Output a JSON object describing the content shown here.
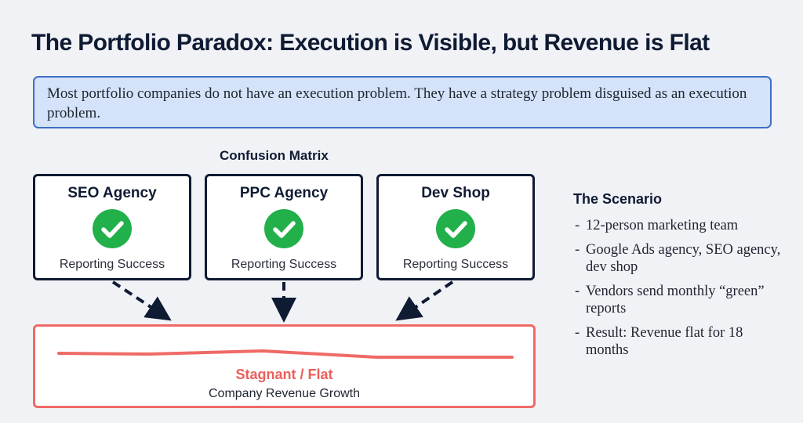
{
  "title": "The Portfolio Paradox: Execution is Visible, but Revenue is Flat",
  "callout": {
    "text": "Most portfolio companies do not have an execution problem. They have a strategy problem disguised as an execution problem."
  },
  "matrix": {
    "label": "Confusion Matrix",
    "vendors": [
      {
        "name": "SEO Agency",
        "status": "Reporting Success",
        "icon": "check-circle-icon"
      },
      {
        "name": "PPC Agency",
        "status": "Reporting Success",
        "icon": "check-circle-icon"
      },
      {
        "name": "Dev Shop",
        "status": "Reporting Success",
        "icon": "check-circle-icon"
      }
    ]
  },
  "revenue": {
    "headline": "Stagnant / Flat",
    "subtitle": "Company Revenue Growth"
  },
  "scenario": {
    "heading": "The Scenario",
    "bullet_marker": "-",
    "items": [
      "12-person marketing team",
      "Google Ads agency, SEO agency, dev shop",
      "Vendors send monthly “green” reports",
      "Result: Revenue flat for 18 months"
    ]
  },
  "colors": {
    "title": "#0f1b33",
    "callout_bg": "#d4e3f9",
    "callout_border": "#3b6fc4",
    "card_border": "#0f1b33",
    "success_green": "#22b04b",
    "alert_red": "#ef6a66",
    "background": "#f1f2f6"
  }
}
